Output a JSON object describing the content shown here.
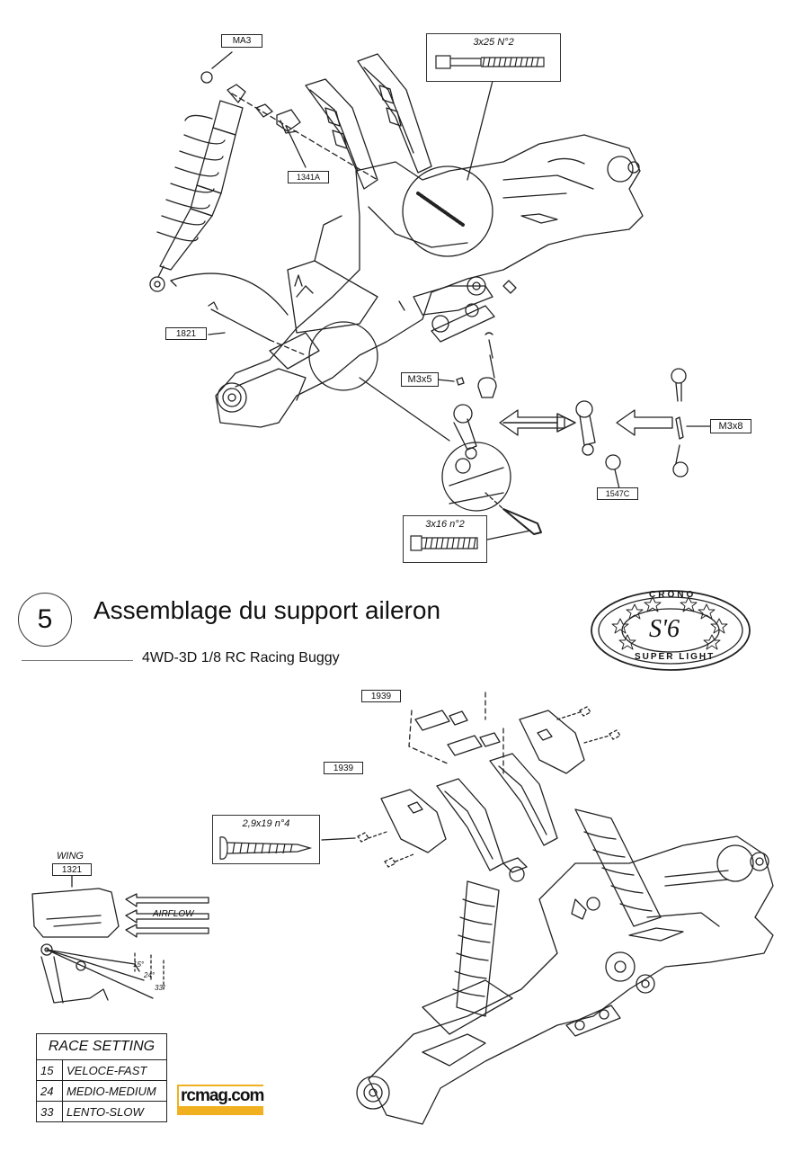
{
  "step": {
    "number": "5",
    "title": "Assemblage du support aileron",
    "subtitle": "4WD-3D 1/8 RC Racing Buggy"
  },
  "logo": {
    "brand": "CRONO",
    "model": "S'6",
    "tagline": "SUPER LIGHT"
  },
  "top_diagram": {
    "labels": {
      "ma3": "MA3",
      "p1341a": "1341A",
      "p1821": "1821",
      "m3x5": "M3x5",
      "m3x8": "M3x8",
      "p1547c": "1547C"
    },
    "screw_spec_1": "3x25 N°2",
    "screw_spec_2": "3x16 n°2"
  },
  "bottom_diagram": {
    "labels": {
      "p1939_a": "1939",
      "p1939_b": "1939",
      "wing_part": "1321"
    },
    "screw_spec": "2,9x19 n°4",
    "wing_title": "WING",
    "airflow": "AIRFLOW",
    "angles": [
      "15°",
      "24°",
      "33°"
    ]
  },
  "race_setting": {
    "title": "RACE SETTING",
    "rows": [
      {
        "value": "15",
        "label": "VELOCE-FAST"
      },
      {
        "value": "24",
        "label": "MEDIO-MEDIUM"
      },
      {
        "value": "33",
        "label": "LENTO-SLOW"
      }
    ]
  },
  "watermark": "rcmag.com"
}
